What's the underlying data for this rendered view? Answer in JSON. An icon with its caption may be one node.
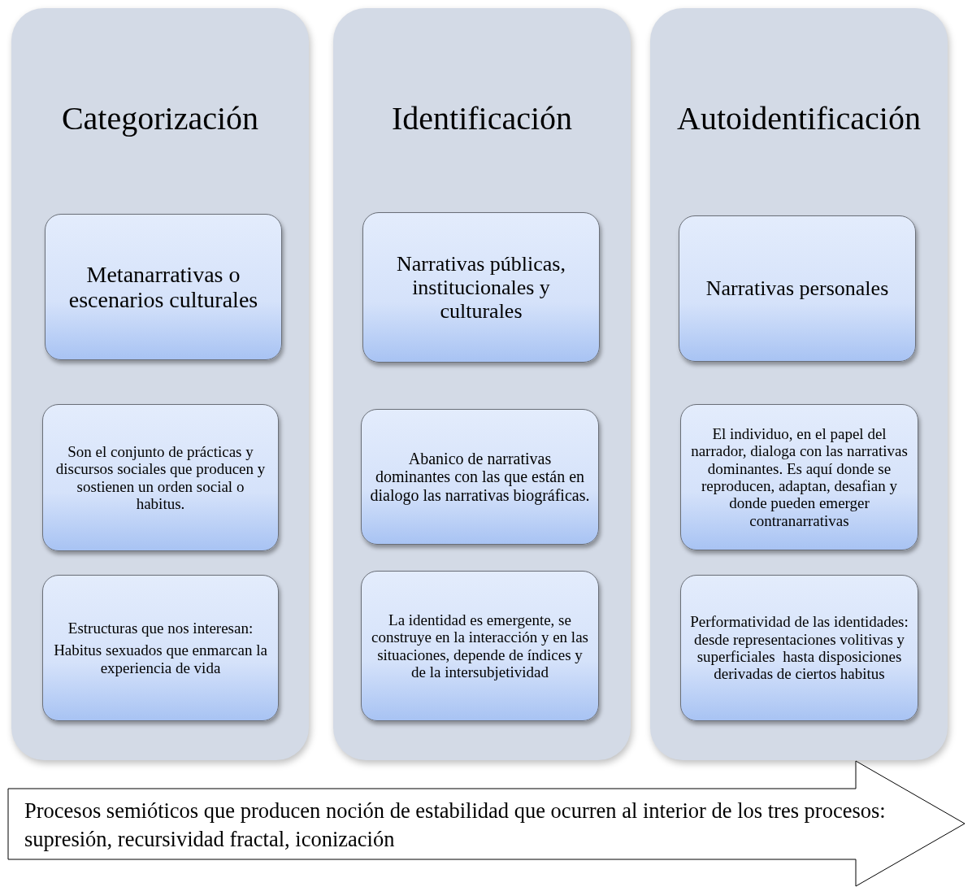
{
  "diagram": {
    "nodes": [
      {
        "text": [
          "Categorización"
        ]
      },
      {
        "text": [
          "Metanarrativas o escenarios culturales"
        ],
        "in": 0
      },
      {
        "text": [
          "Son el conjunto de prácticas y discursos sociales que producen y sostienen un orden social o habitus."
        ],
        "in": 0
      },
      {
        "text": [
          "Estructuras que nos interesan:",
          "Habitus sexuados que enmarcan la experiencia de vida"
        ],
        "in": 0
      },
      {
        "text": [
          "Identificación"
        ]
      },
      {
        "text": [
          "Narrativas públicas, institucionales y culturales"
        ],
        "in": 4
      },
      {
        "text": [
          "Abanico de narrativas dominantes con las que están en dialogo las narrativas biográficas."
        ],
        "in": 4
      },
      {
        "text": [
          "La identidad es emergente, se construye en la interacción y en las situaciones, depende de índices y de la intersubjetividad"
        ],
        "in": 4
      },
      {
        "text": [
          "Autoidentificación"
        ]
      },
      {
        "text": [
          "Narrativas personales"
        ],
        "in": 8
      },
      {
        "text": [
          "El individuo, en el papel del narrador, dialoga con las narrativas dominantes. Es aquí donde se reproducen, adaptan, desafian y donde pueden emerger contranarrativas"
        ],
        "in": 8
      },
      {
        "text": [
          "Performatividad de las identidades: desde representaciones volitivas y superficiales  hasta disposiciones derivadas de ciertos habitus"
        ],
        "in": 8
      },
      {
        "text": [
          "Procesos semióticos que producen noción de estabilidad que ocurren al interior de los tres procesos: supresión, recursividad fractal, iconización"
        ]
      }
    ]
  }
}
